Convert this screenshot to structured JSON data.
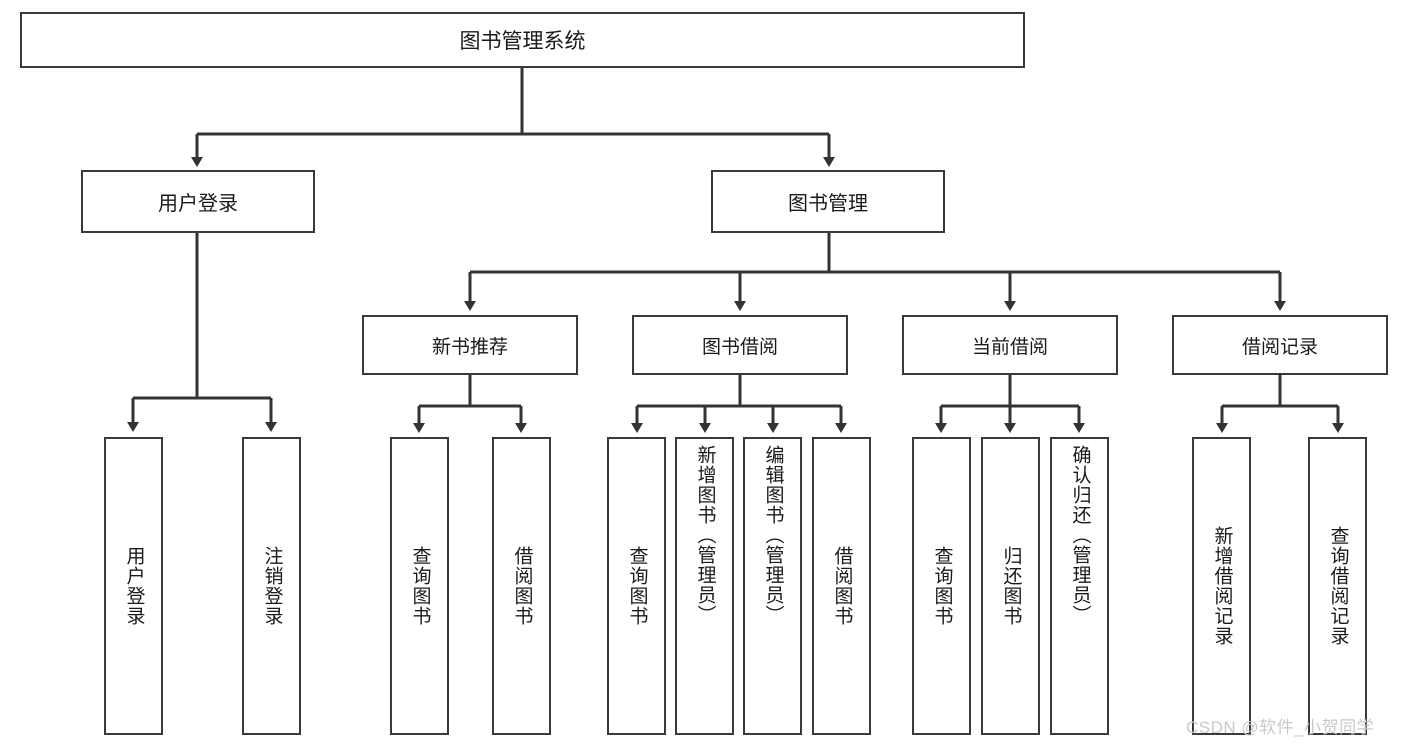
{
  "diagram": {
    "title": "图书管理系统",
    "watermark": "CSDN @软件_小贺同学",
    "colors": {
      "box_border": "#3a3a3a",
      "connector": "#333333",
      "background": "#ffffff",
      "watermark": "#c9c9c9"
    },
    "root": {
      "label": "图书管理系统"
    },
    "level2": [
      {
        "label": "用户登录"
      },
      {
        "label": "图书管理"
      }
    ],
    "level3": [
      {
        "label": "新书推荐"
      },
      {
        "label": "图书借阅"
      },
      {
        "label": "当前借阅"
      },
      {
        "label": "借阅记录"
      }
    ],
    "leaves": {
      "user_login": [
        {
          "label": "用户登录"
        },
        {
          "label": "注销登录"
        }
      ],
      "new_book_recommend": [
        {
          "label": "查询图书"
        },
        {
          "label": "借阅图书"
        }
      ],
      "book_borrow": [
        {
          "label": "查询图书"
        },
        {
          "label": "新增图书（管理员）"
        },
        {
          "label": "编辑图书（管理员）"
        },
        {
          "label": "借阅图书"
        }
      ],
      "current_borrow": [
        {
          "label": "查询图书"
        },
        {
          "label": "归还图书"
        },
        {
          "label": "确认归还（管理员）"
        }
      ],
      "borrow_records": [
        {
          "label": "新增借阅记录"
        },
        {
          "label": "查询借阅记录"
        }
      ]
    }
  }
}
